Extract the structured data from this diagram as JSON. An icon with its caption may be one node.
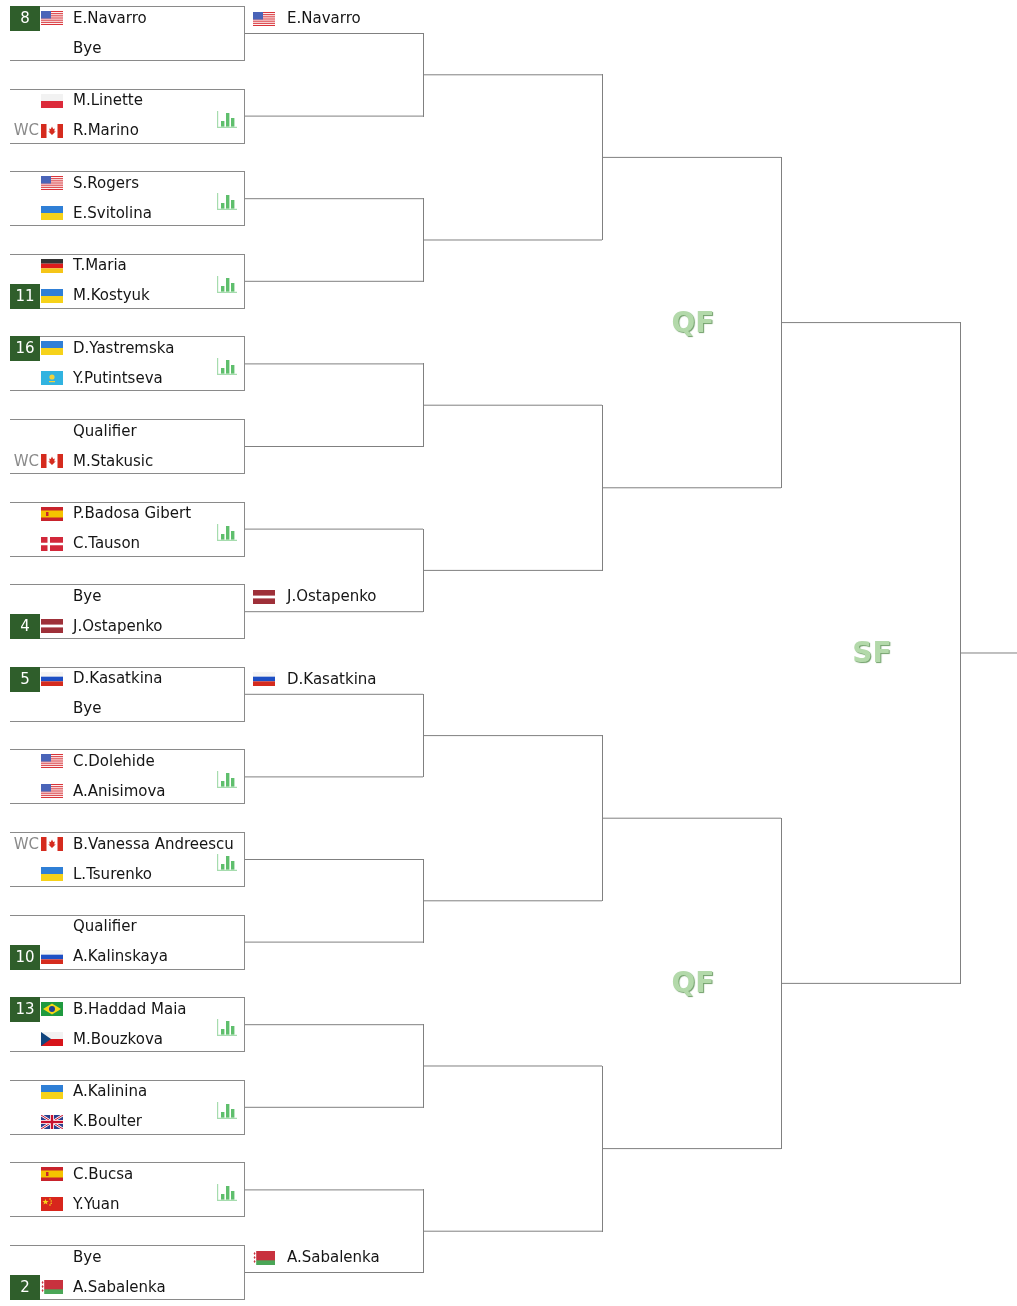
{
  "diagram": {
    "nodes": [
      {
        "text": [
          "E.Navarro",
          "Bye"
        ]
      },
      {
        "text": [
          "8"
        ],
        "in": 0
      },
      {
        "text": [
          "M.Linette",
          "WC",
          "R.Marino"
        ]
      },
      {
        "text": [
          "S.Rogers",
          "E.Svitolina"
        ]
      },
      {
        "text": [
          "T.Maria",
          "M.Kostyuk"
        ]
      },
      {
        "text": [
          "11"
        ],
        "in": 4
      },
      {
        "text": [
          "D.Yastremska",
          "Y.Putintseva"
        ]
      },
      {
        "text": [
          "16"
        ],
        "in": 6
      },
      {
        "text": [
          "Qualifier",
          "WC",
          "M.Stakusic"
        ]
      },
      {
        "text": [
          "P.Badosa Gibert",
          "C.Tauson"
        ]
      },
      {
        "text": [
          "Bye",
          "J.Ostapenko"
        ]
      },
      {
        "text": [
          "4"
        ],
        "in": 10
      },
      {
        "text": [
          "D.Kasatkina",
          "Bye"
        ]
      },
      {
        "text": [
          "5"
        ],
        "in": 12
      },
      {
        "text": [
          "C.Dolehide",
          "A.Anisimova"
        ]
      },
      {
        "text": [
          "WC",
          "B.Vanessa Andreescu",
          "L.Tsurenko"
        ]
      },
      {
        "text": [
          "Qualifier",
          "A.Kalinskaya"
        ]
      },
      {
        "text": [
          "10"
        ],
        "in": 16
      },
      {
        "text": [
          "B.Haddad Maia",
          "M.Bouzkova"
        ]
      },
      {
        "text": [
          "13"
        ],
        "in": 18
      },
      {
        "text": [
          "A.Kalinina",
          "K.Boulter"
        ]
      },
      {
        "text": [
          "C.Bucsa",
          "Y.Yuan"
        ]
      },
      {
        "text": [
          "Bye",
          "A.Sabalenka"
        ]
      },
      {
        "text": [
          "2"
        ],
        "in": 22
      },
      {
        "text": [],
        "shape": "line"
      },
      {
        "text": [],
        "shape": "line"
      },
      {
        "text": [],
        "shape": "line"
      },
      {
        "text": [],
        "shape": "line"
      },
      {
        "text": [],
        "shape": "line"
      },
      {
        "text": [],
        "shape": "line"
      },
      {
        "text": [],
        "shape": "line"
      },
      {
        "text": [],
        "shape": "line"
      },
      {
        "text": [],
        "shape": "line"
      },
      {
        "text": [],
        "shape": "line"
      },
      {
        "text": [],
        "shape": "line"
      },
      {
        "text": [],
        "shape": "line"
      },
      {
        "text": [],
        "shape": "line",
        "beside": [
          "QF"
        ]
      },
      {
        "text": [],
        "shape": "line",
        "beside": [
          "QF"
        ]
      },
      {
        "text": [],
        "shape": "line",
        "beside": [
          "SF"
        ]
      }
    ],
    "edges": [
      {
        "from": 0,
        "to": 24,
        "arrow": "none",
        "label": "E.Navarro"
      },
      {
        "from": 2,
        "to": 24,
        "arrow": "none"
      },
      {
        "from": 3,
        "to": 25,
        "arrow": "none"
      },
      {
        "from": 4,
        "to": 25,
        "arrow": "none"
      },
      {
        "from": 6,
        "to": 26,
        "arrow": "none"
      },
      {
        "from": 8,
        "to": 26,
        "arrow": "none"
      },
      {
        "from": 9,
        "to": 27,
        "arrow": "none"
      },
      {
        "from": 10,
        "to": 27,
        "arrow": "none",
        "label": "J.Ostapenko"
      },
      {
        "from": 12,
        "to": 28,
        "arrow": "none",
        "label": "D.Kasatkina"
      },
      {
        "from": 14,
        "to": 28,
        "arrow": "none"
      },
      {
        "from": 15,
        "to": 29,
        "arrow": "none"
      },
      {
        "from": 16,
        "to": 29,
        "arrow": "none"
      },
      {
        "from": 18,
        "to": 30,
        "arrow": "none"
      },
      {
        "from": 20,
        "to": 30,
        "arrow": "none"
      },
      {
        "from": 21,
        "to": 31,
        "arrow": "none"
      },
      {
        "from": 22,
        "to": 31,
        "arrow": "none",
        "label": "A.Sabalenka"
      },
      {
        "from": 24,
        "to": 32,
        "arrow": "none"
      },
      {
        "from": 25,
        "to": 32,
        "arrow": "none"
      },
      {
        "from": 26,
        "to": 33,
        "arrow": "none"
      },
      {
        "from": 27,
        "to": 33,
        "arrow": "none"
      },
      {
        "from": 28,
        "to": 34,
        "arrow": "none"
      },
      {
        "from": 29,
        "to": 34,
        "arrow": "none"
      },
      {
        "from": 30,
        "to": 35,
        "arrow": "none"
      },
      {
        "from": 31,
        "to": 35,
        "arrow": "none"
      },
      {
        "from": 32,
        "to": 36,
        "arrow": "none"
      },
      {
        "from": 33,
        "to": 36,
        "arrow": "none"
      },
      {
        "from": 34,
        "to": 37,
        "arrow": "none"
      },
      {
        "from": 35,
        "to": 37,
        "arrow": "none"
      },
      {
        "from": 36,
        "to": 38,
        "arrow": "none"
      },
      {
        "from": 37,
        "to": 38,
        "arrow": "none"
      },
      {
        "from": 38,
        "to": null,
        "arrow": "none"
      }
    ]
  }
}
